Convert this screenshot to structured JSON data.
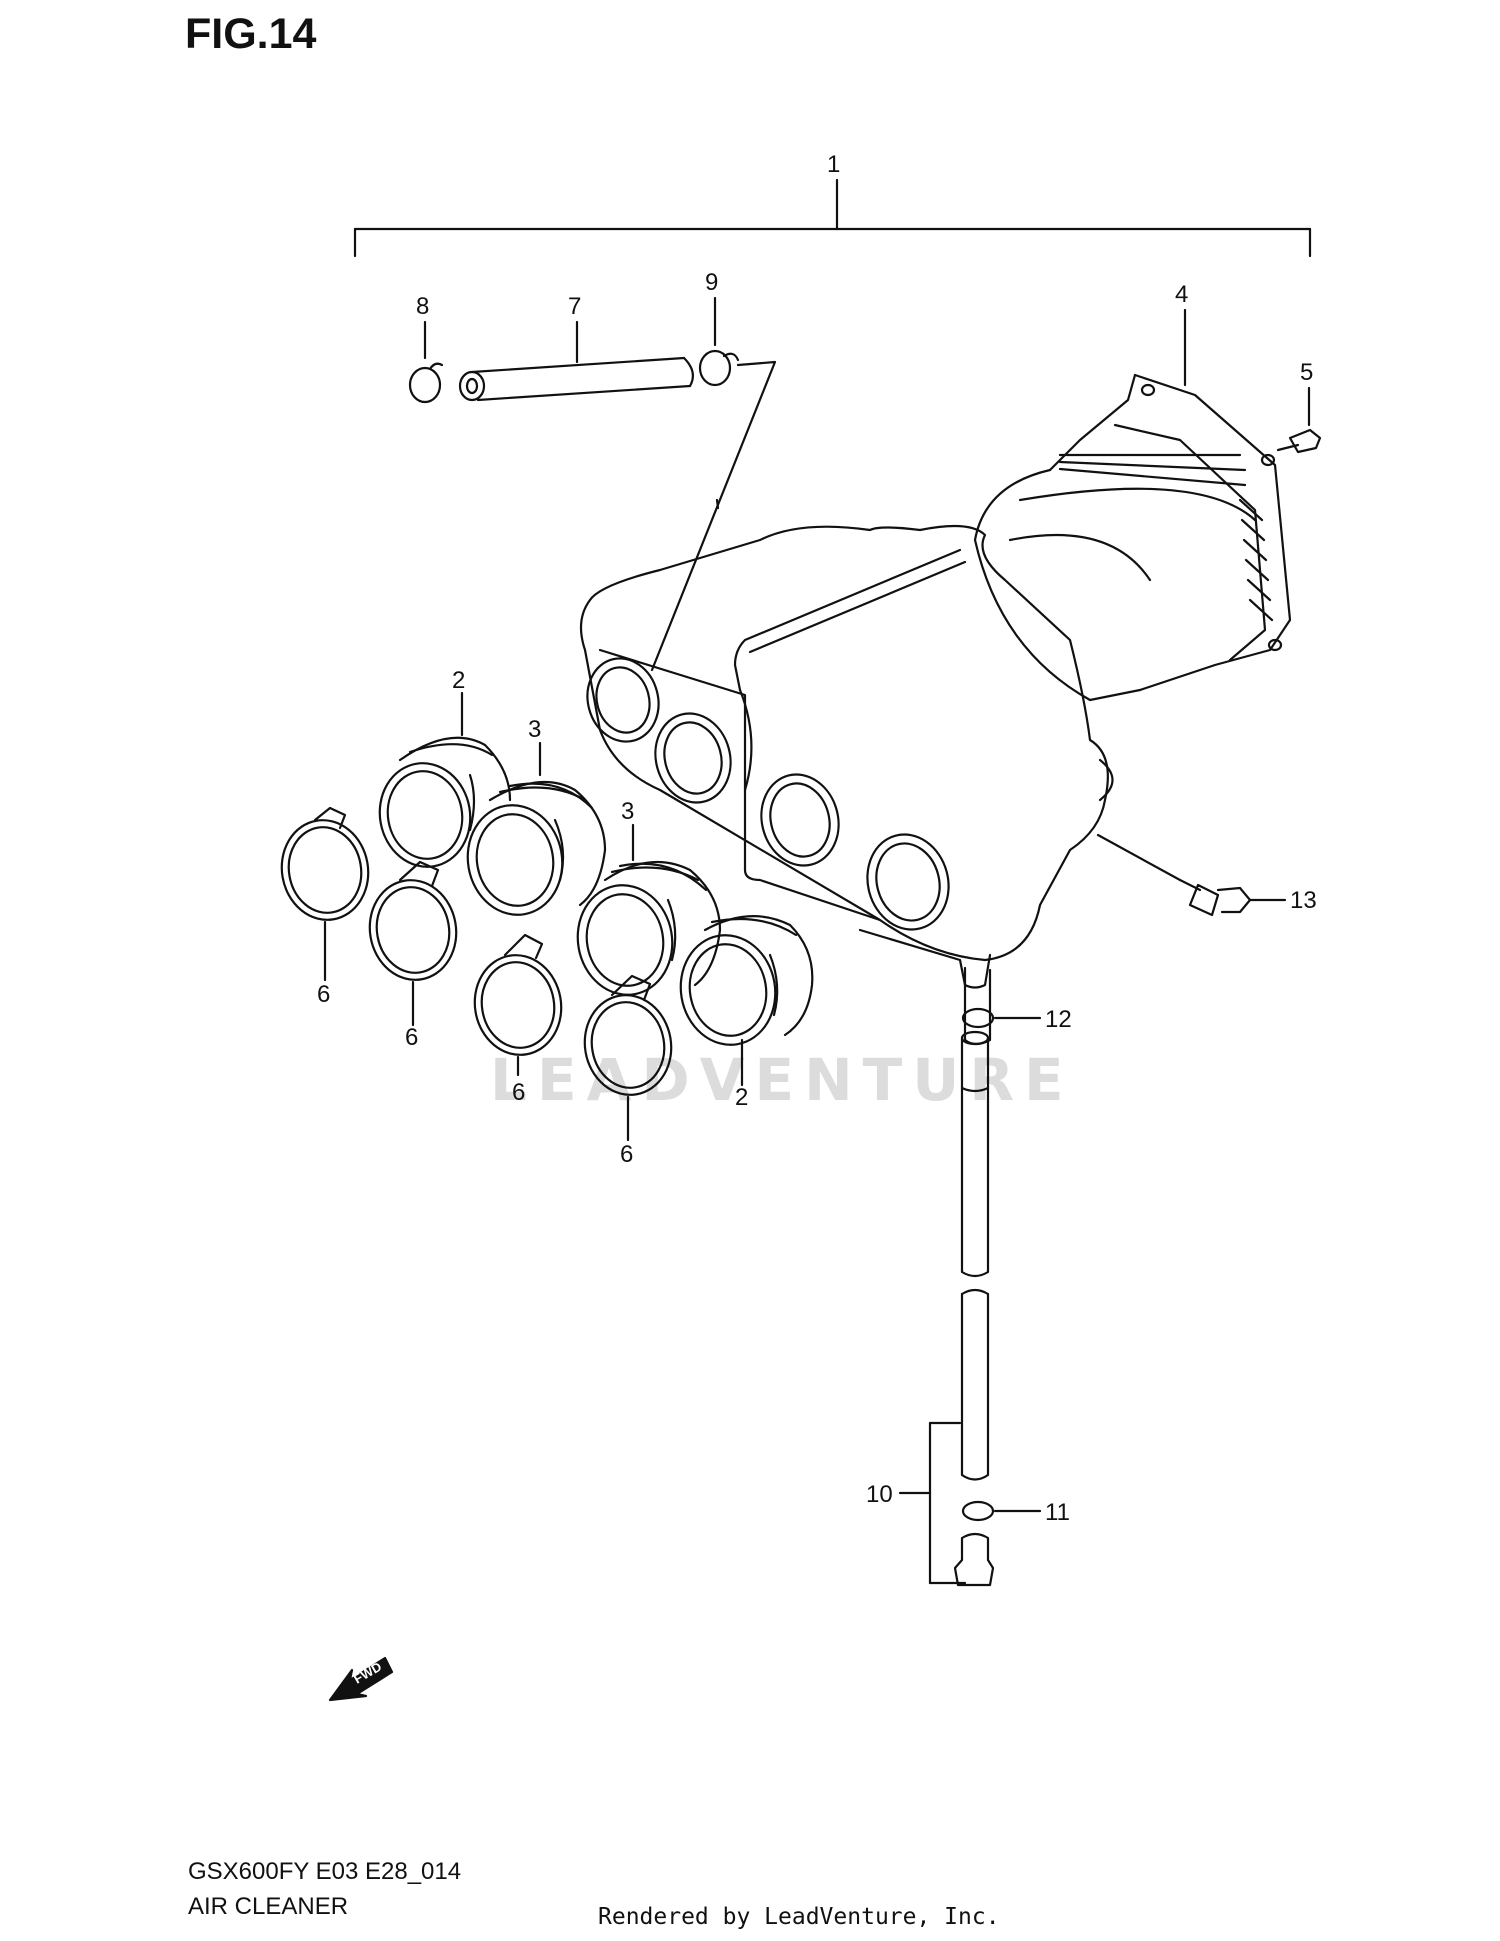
{
  "figure": {
    "title": "FIG.14"
  },
  "parts": {
    "p1": "1",
    "p2a": "2",
    "p2b": "2",
    "p3a": "3",
    "p3b": "3",
    "p4": "4",
    "p5": "5",
    "p6a": "6",
    "p6b": "6",
    "p6c": "6",
    "p6d": "6",
    "p7": "7",
    "p8": "8",
    "p9": "9",
    "p10": "10",
    "p11": "11",
    "p12": "12",
    "p13": "13"
  },
  "direction_marker": "FWD",
  "watermark": "LEADVENTURE",
  "footer": {
    "code": "GSX600FY E03 E28_014",
    "name": "AIR CLEANER",
    "rendered_by": "Rendered by LeadVenture, Inc."
  }
}
